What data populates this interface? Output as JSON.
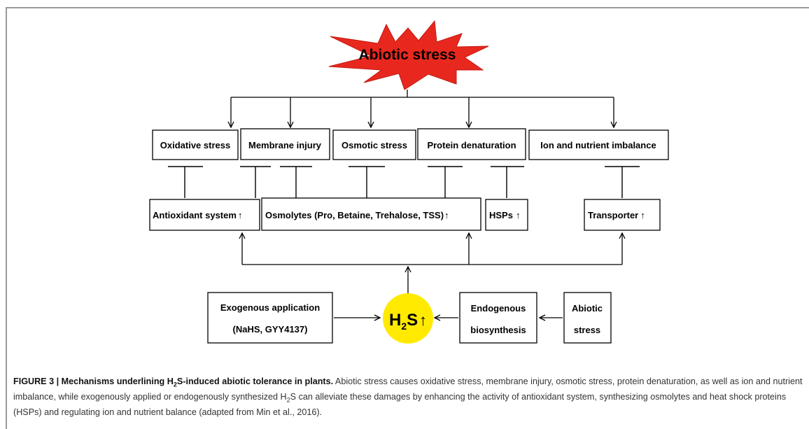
{
  "diagram": {
    "top_stress": "Abiotic stress",
    "stresses": {
      "oxidative": "Oxidative stress",
      "membrane": "Membrane injury",
      "osmotic": "Osmotic stress",
      "protein": "Protein denaturation",
      "ion": "Ion and nutrient imbalance"
    },
    "responses": {
      "antioxidant": "Antioxidant system",
      "osmolytes": "Osmolytes (Pro, Betaine, Trehalose, TSS)",
      "hsps": "HSPs",
      "transporter": "Transporter"
    },
    "sources": {
      "exogenous_line1": "Exogenous application",
      "exogenous_line2": "(NaHS, GYY4137)",
      "endogenous_line1": "Endogenous",
      "endogenous_line2": "biosynthesis",
      "abiotic_line1": "Abiotic",
      "abiotic_line2": "stress"
    },
    "h2s": {
      "h": "H",
      "sub": "2",
      "s": "S"
    },
    "up_arrow": "↑",
    "colors": {
      "star": "#e8281e",
      "h2s_circle": "#ffea00",
      "h2s_arrow": "#1a2fb0"
    }
  },
  "caption": {
    "label": "FIGURE 3 | Mechanisms underlining H",
    "label_sub": "2",
    "label_end": "S-induced abiotic tolerance in plants.",
    "body_1": " Abiotic stress causes oxidative stress, membrane injury, osmotic stress, protein denaturation, as well as ion and nutrient imbalance, while exogenously applied or endogenously synthesized H",
    "body_sub": "2",
    "body_2": "S can alleviate these damages by enhancing the activity of antioxidant system, synthesizing osmolytes and heat shock proteins (HSPs) and regulating ion and nutrient balance (adapted from Min et al., 2016)."
  }
}
